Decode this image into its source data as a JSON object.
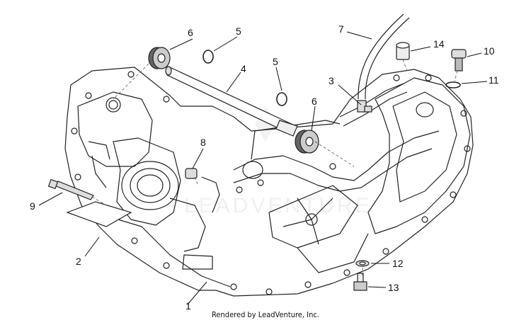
{
  "diagram": {
    "callouts": [
      {
        "id": "1",
        "label": "1"
      },
      {
        "id": "2",
        "label": "2"
      },
      {
        "id": "3",
        "label": "3"
      },
      {
        "id": "4",
        "label": "4"
      },
      {
        "id": "5a",
        "label": "5"
      },
      {
        "id": "5b",
        "label": "5"
      },
      {
        "id": "6a",
        "label": "6"
      },
      {
        "id": "6b",
        "label": "6"
      },
      {
        "id": "7",
        "label": "7"
      },
      {
        "id": "8",
        "label": "8"
      },
      {
        "id": "9",
        "label": "9"
      },
      {
        "id": "10",
        "label": "10"
      },
      {
        "id": "11",
        "label": "11"
      },
      {
        "id": "12",
        "label": "12"
      },
      {
        "id": "13",
        "label": "13"
      },
      {
        "id": "14",
        "label": "14"
      }
    ],
    "watermark": "LEADVENTURE"
  },
  "footer": {
    "credit": "Rendered by LeadVenture, Inc."
  }
}
